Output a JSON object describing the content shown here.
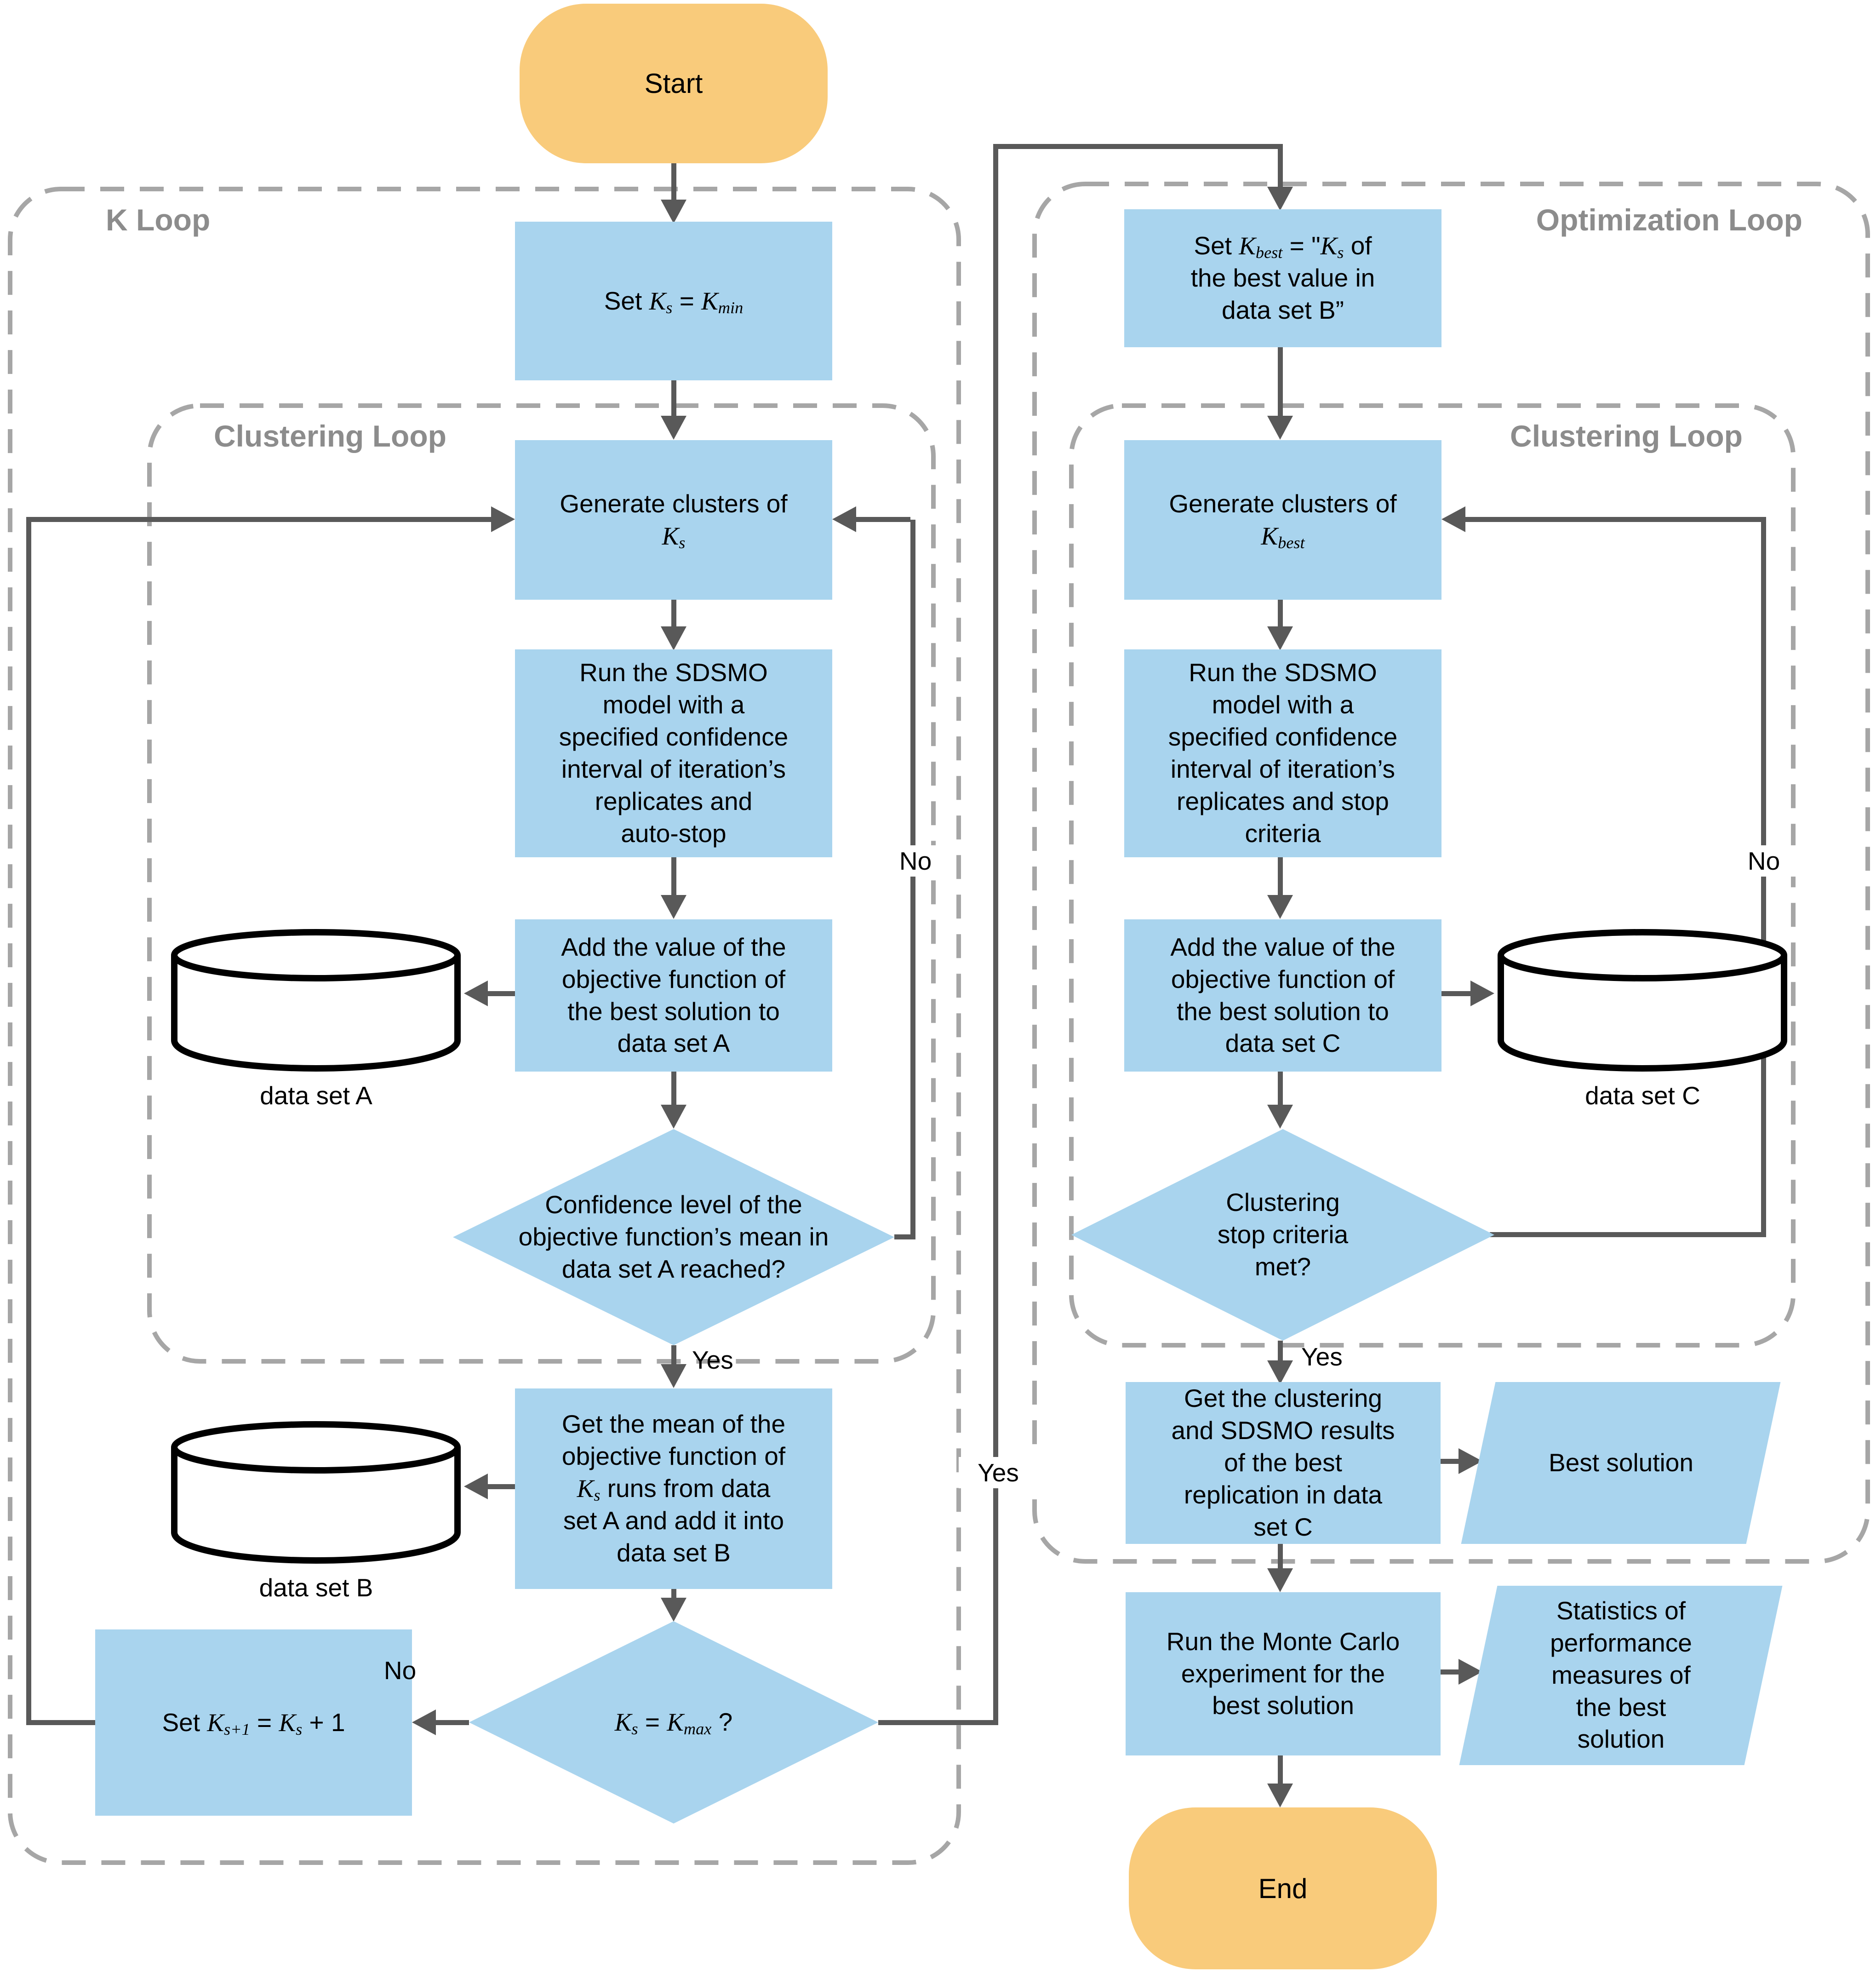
{
  "figure": {
    "type": "flowchart",
    "terminals": {
      "start": "Start",
      "end": "End"
    },
    "loops": {
      "k_loop": "K Loop",
      "clustering_left": "Clustering Loop",
      "optimization": "Optimization Loop",
      "clustering_right": "Clustering Loop"
    },
    "nodes": {
      "set_ks": [
        {
          "t": "Set "
        },
        {
          "t": "K",
          "s": "i"
        },
        {
          "t": "s",
          "s": "sub"
        },
        {
          "t": " = "
        },
        {
          "t": "K",
          "s": "i"
        },
        {
          "t": "min",
          "s": "sub"
        }
      ],
      "gen_ks": [
        {
          "t": "Generate clusters of"
        },
        {
          "br": true
        },
        {
          "t": "K",
          "s": "i"
        },
        {
          "t": "s",
          "s": "sub"
        }
      ],
      "run_sdsmo_left": [
        {
          "t": "Run the SDSMO"
        },
        {
          "br": true
        },
        {
          "t": "model with a"
        },
        {
          "br": true
        },
        {
          "t": "specified confidence"
        },
        {
          "br": true
        },
        {
          "t": "interval of iteration’s"
        },
        {
          "br": true
        },
        {
          "t": "replicates and"
        },
        {
          "br": true
        },
        {
          "t": "auto-stop"
        }
      ],
      "add_a": [
        {
          "t": "Add the value of the"
        },
        {
          "br": true
        },
        {
          "t": "objective function of"
        },
        {
          "br": true
        },
        {
          "t": "the best solution to"
        },
        {
          "br": true
        },
        {
          "t": "data set A"
        }
      ],
      "conf_check": [
        {
          "t": "Confidence level of the"
        },
        {
          "br": true
        },
        {
          "t": "objective function’s mean in"
        },
        {
          "br": true
        },
        {
          "t": "data set A reached?"
        }
      ],
      "get_mean": [
        {
          "t": "Get the mean of the"
        },
        {
          "br": true
        },
        {
          "t": "objective function of"
        },
        {
          "br": true
        },
        {
          "t": "K",
          "s": "i"
        },
        {
          "t": "s",
          "s": "sub"
        },
        {
          "t": " runs from data"
        },
        {
          "br": true
        },
        {
          "t": "set A and add it into"
        },
        {
          "br": true
        },
        {
          "t": "data set B"
        }
      ],
      "kmax_check": [
        {
          "t": "K",
          "s": "i"
        },
        {
          "t": "s",
          "s": "sub"
        },
        {
          "t": " = "
        },
        {
          "t": "K",
          "s": "i"
        },
        {
          "t": "max",
          "s": "sub"
        },
        {
          "t": " ?"
        }
      ],
      "set_ks_next": [
        {
          "t": "Set "
        },
        {
          "t": "K",
          "s": "i"
        },
        {
          "t": "s+1",
          "s": "sub"
        },
        {
          "t": " = "
        },
        {
          "t": "K",
          "s": "i"
        },
        {
          "t": "s",
          "s": "sub"
        },
        {
          "t": " + 1"
        }
      ],
      "set_kbest": [
        {
          "t": "Set "
        },
        {
          "t": "K",
          "s": "i"
        },
        {
          "t": "best",
          "s": "sub"
        },
        {
          "t": " = \""
        },
        {
          "t": "K",
          "s": "i"
        },
        {
          "t": "s",
          "s": "sub"
        },
        {
          "t": " of"
        },
        {
          "br": true
        },
        {
          "t": "the best value in"
        },
        {
          "br": true
        },
        {
          "t": "data set B”"
        }
      ],
      "gen_kbest": [
        {
          "t": "Generate clusters of"
        },
        {
          "br": true
        },
        {
          "t": "K",
          "s": "i"
        },
        {
          "t": "best",
          "s": "sub"
        }
      ],
      "run_sdsmo_right": [
        {
          "t": "Run the SDSMO"
        },
        {
          "br": true
        },
        {
          "t": "model with a"
        },
        {
          "br": true
        },
        {
          "t": "specified confidence"
        },
        {
          "br": true
        },
        {
          "t": "interval of iteration’s"
        },
        {
          "br": true
        },
        {
          "t": "replicates and stop"
        },
        {
          "br": true
        },
        {
          "t": "criteria"
        }
      ],
      "add_c": [
        {
          "t": "Add the value of the"
        },
        {
          "br": true
        },
        {
          "t": "objective function of"
        },
        {
          "br": true
        },
        {
          "t": "the best solution to"
        },
        {
          "br": true
        },
        {
          "t": "data set C"
        }
      ],
      "stop_check": [
        {
          "t": "Clustering"
        },
        {
          "br": true
        },
        {
          "t": "stop criteria"
        },
        {
          "br": true
        },
        {
          "t": "met?"
        }
      ],
      "get_results": [
        {
          "t": "Get the clustering"
        },
        {
          "br": true
        },
        {
          "t": "and SDSMO results"
        },
        {
          "br": true
        },
        {
          "t": "of the best"
        },
        {
          "br": true
        },
        {
          "t": "replication in data"
        },
        {
          "br": true
        },
        {
          "t": "set C"
        }
      ],
      "run_monte_carlo": [
        {
          "t": "Run the Monte Carlo"
        },
        {
          "br": true
        },
        {
          "t": "experiment for the"
        },
        {
          "br": true
        },
        {
          "t": "best solution"
        }
      ],
      "best_solution": [
        {
          "t": "Best solution"
        }
      ],
      "statistics": [
        {
          "t": "Statistics of"
        },
        {
          "br": true
        },
        {
          "t": "performance"
        },
        {
          "br": true
        },
        {
          "t": "measures of"
        },
        {
          "br": true
        },
        {
          "t": "the best"
        },
        {
          "br": true
        },
        {
          "t": "solution"
        }
      ]
    },
    "datastores": {
      "a": "data set A",
      "b": "data set B",
      "c": "data set C"
    },
    "edge_labels": {
      "conf_no": "No",
      "conf_yes": "Yes",
      "kmax_no": "No",
      "kmax_yes": "Yes",
      "stop_no": "No",
      "stop_yes": "Yes"
    },
    "colors": {
      "process_fill": "#A9D4EE",
      "terminal_fill": "#F9CB7B",
      "connector": "#595959",
      "loop_border": "#A6A6A6",
      "loop_label": "#8C8C8C"
    }
  }
}
